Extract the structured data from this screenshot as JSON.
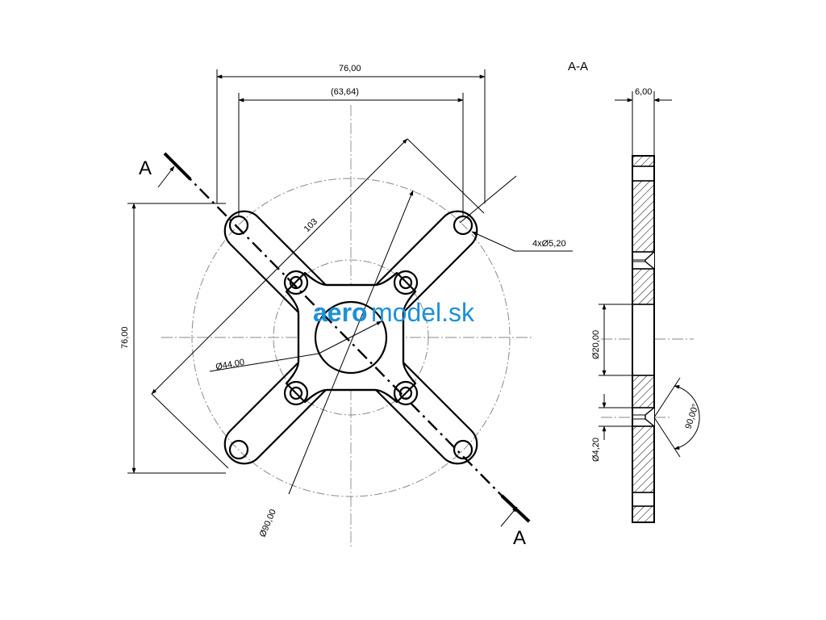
{
  "section_title": "A-A",
  "section_marker": "A",
  "dimensions": {
    "width_outer": "76,00",
    "width_inner": "(63,64)",
    "height": "76,00",
    "diagonal": "103",
    "holes": "4xØ5,20",
    "inner_diameter": "Ø44,00",
    "outer_diameter": "Ø90,00",
    "thickness": "6,00",
    "bore": "Ø20,00",
    "countersink_hole": "Ø4,20",
    "countersink_angle": "90,00°"
  },
  "logo": {
    "part_a": "aero",
    "part_b": "model.sk"
  },
  "colors": {
    "logo": "#1e90d8",
    "lines": "#000000",
    "center_lines": "#8a8a8a"
  }
}
